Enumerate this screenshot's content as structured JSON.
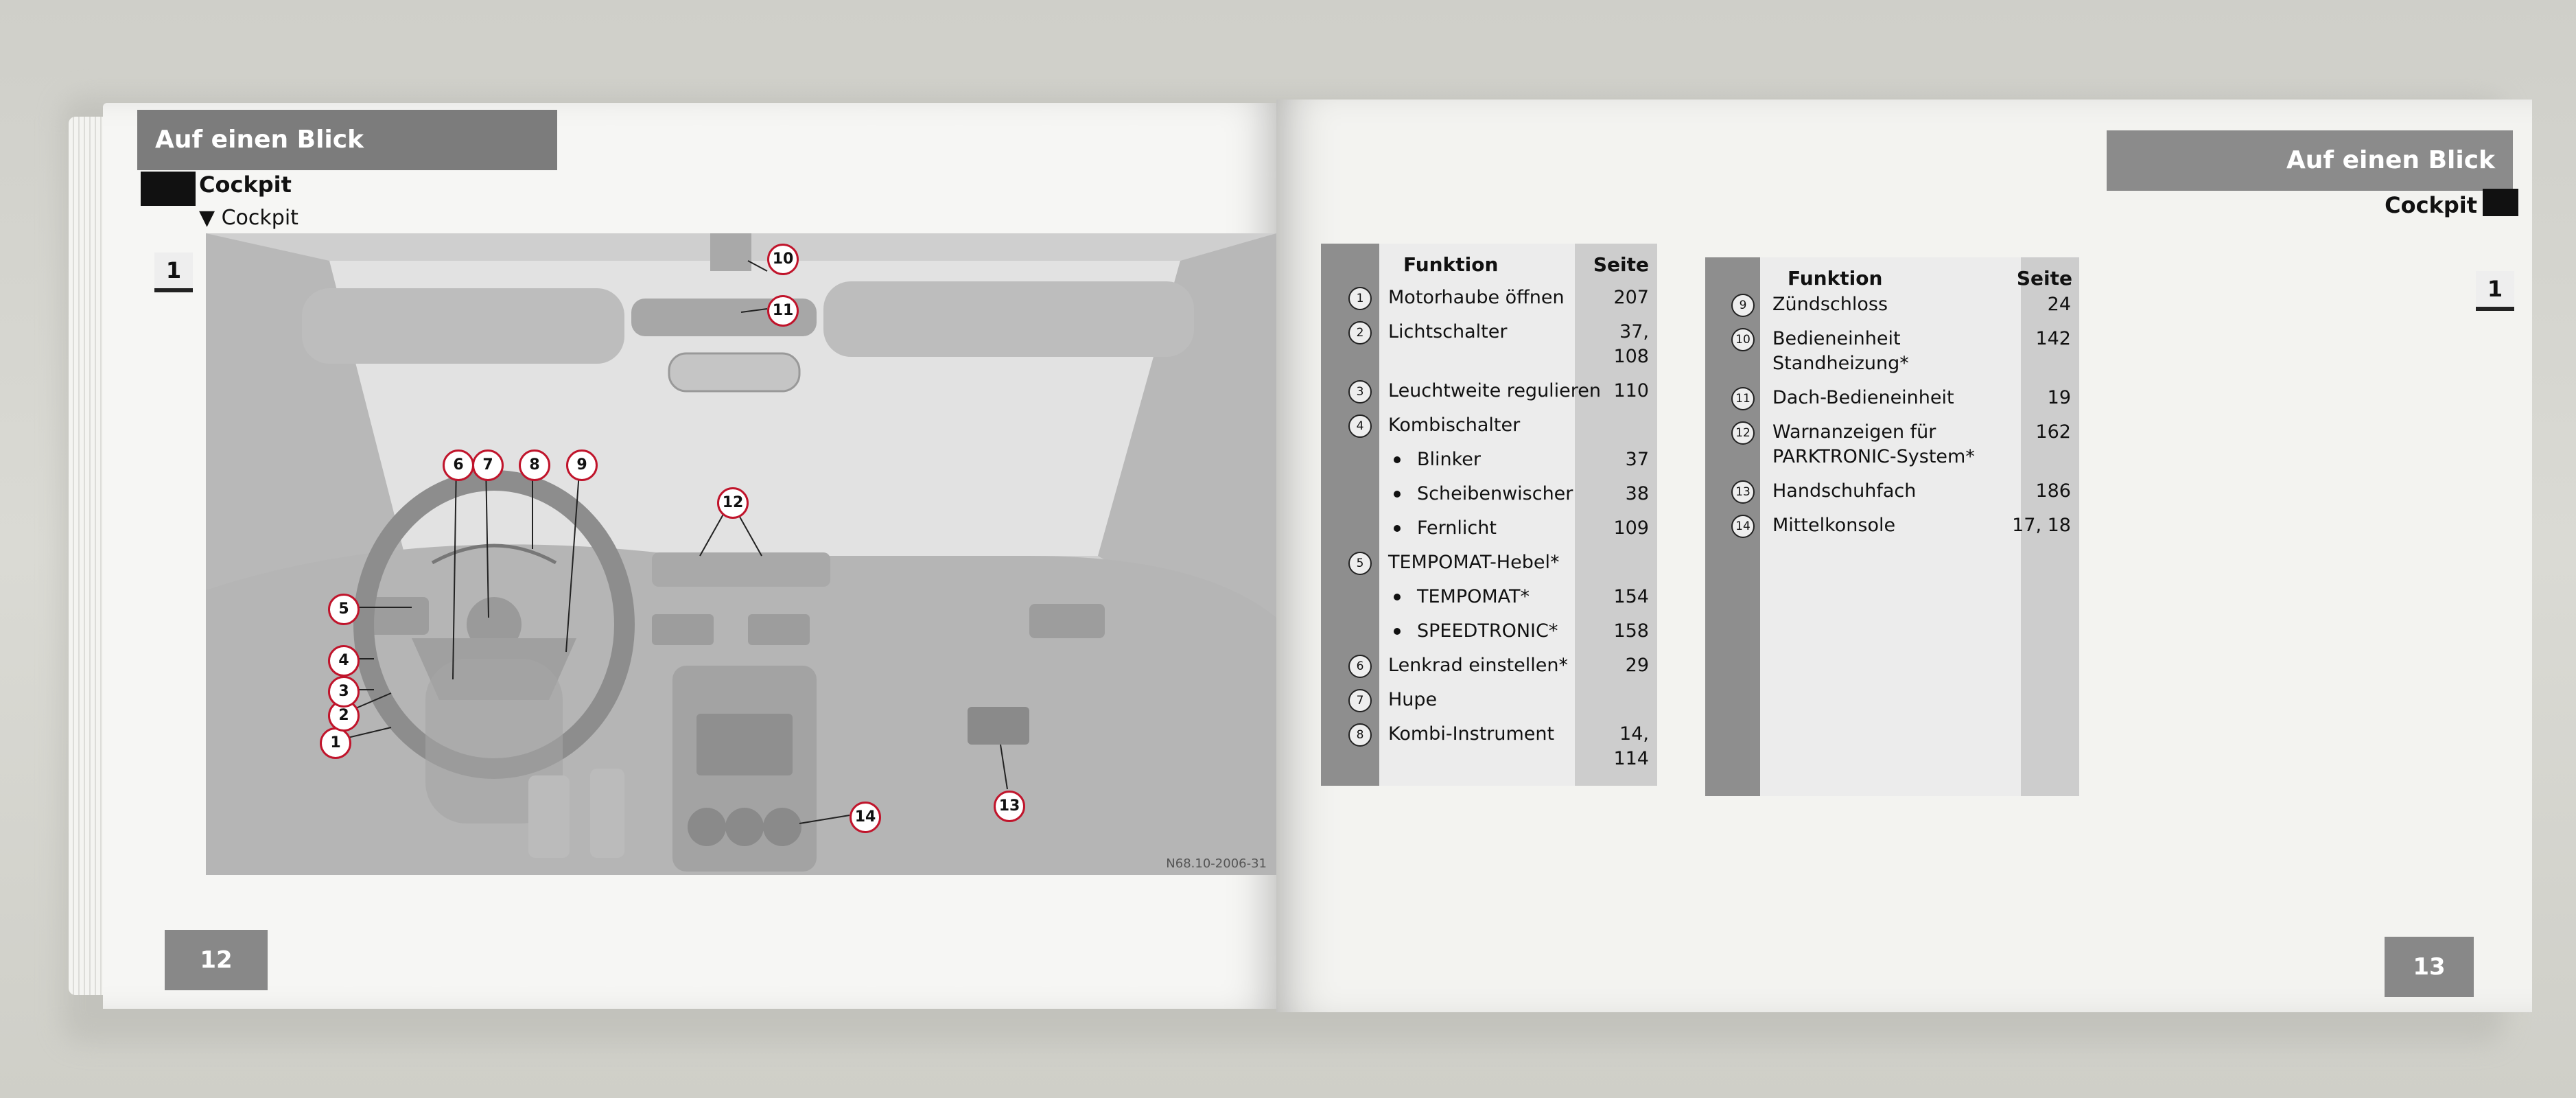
{
  "left_page": {
    "section_tab": "Auf einen Blick",
    "heading": "Cockpit",
    "subheading": "▼ Cockpit",
    "chapter": "1",
    "page_number": "12",
    "figure_code": "N68.10-2006-31",
    "callouts": [
      "1",
      "2",
      "3",
      "4",
      "5",
      "6",
      "7",
      "8",
      "9",
      "10",
      "11",
      "12",
      "13",
      "14"
    ]
  },
  "right_page": {
    "section_tab": "Auf einen Blick",
    "heading": "Cockpit",
    "chapter": "1",
    "page_number": "13"
  },
  "table_1": {
    "header_function": "Funktion",
    "header_page": "Seite",
    "rows": [
      {
        "num": "1",
        "label": "Motorhaube öffnen",
        "page": "207"
      },
      {
        "num": "2",
        "label": "Lichtschalter",
        "page": "37,",
        "page2": "108"
      },
      {
        "num": "3",
        "label": "Leuchtweite regulieren",
        "page": "110"
      },
      {
        "num": "4",
        "label": "Kombischalter",
        "page": ""
      },
      {
        "num": "",
        "label": "Blinker",
        "page": "37"
      },
      {
        "num": "",
        "label": "Scheibenwischer",
        "page": "38"
      },
      {
        "num": "",
        "label": "Fernlicht",
        "page": "109"
      },
      {
        "num": "5",
        "label": "TEMPOMAT-Hebel*",
        "page": ""
      },
      {
        "num": "",
        "label": "TEMPOMAT*",
        "page": "154"
      },
      {
        "num": "",
        "label": "SPEEDTRONIC*",
        "page": "158"
      },
      {
        "num": "6",
        "label": "Lenkrad einstellen*",
        "page": "29"
      },
      {
        "num": "7",
        "label": "Hupe",
        "page": ""
      },
      {
        "num": "8",
        "label": "Kombi-Instrument",
        "page": "14,",
        "page2": "114"
      }
    ]
  },
  "table_2": {
    "header_function": "Funktion",
    "header_page": "Seite",
    "rows": [
      {
        "num": "9",
        "label": "Zündschloss",
        "page": "24"
      },
      {
        "num": "10",
        "label": "Bedieneinheit",
        "label2": "Standheizung*",
        "page": "142"
      },
      {
        "num": "11",
        "label": "Dach-Bedieneinheit",
        "page": "19"
      },
      {
        "num": "12",
        "label": "Warnanzeigen für",
        "label2": "PARKTRONIC-System*",
        "page": "162"
      },
      {
        "num": "13",
        "label": "Handschuhfach",
        "page": "186"
      },
      {
        "num": "14",
        "label": "Mittelkonsole",
        "page": "17, 18"
      }
    ]
  }
}
